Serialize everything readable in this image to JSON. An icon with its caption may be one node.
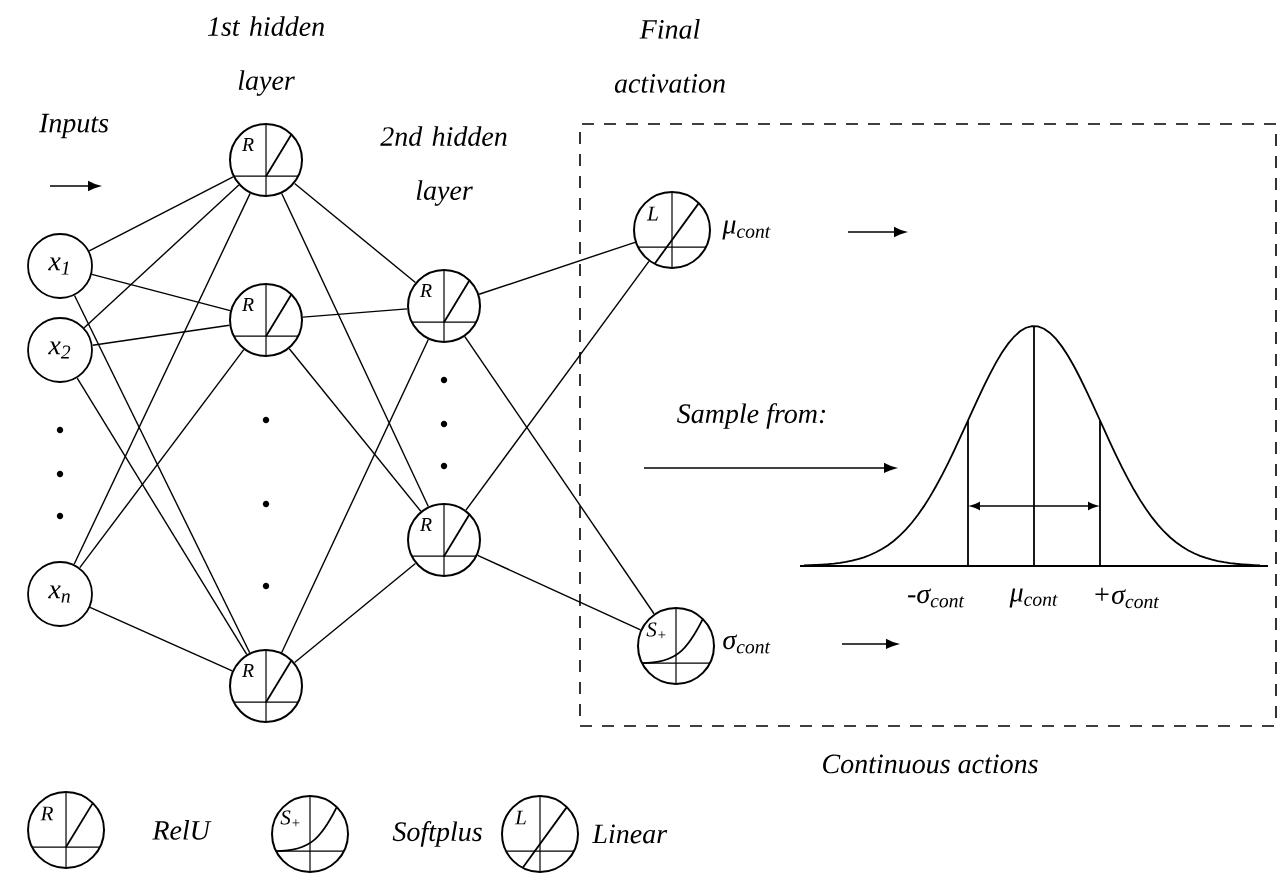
{
  "diagram": {
    "nodes": [
      {
        "text": [
          "x$_{1}$"
        ]
      },
      {
        "text": [
          "x$_{2}$"
        ]
      },
      {
        "text": [
          "x$_{n}$"
        ]
      },
      {
        "text": [
          "R"
        ]
      },
      {
        "text": [
          "R"
        ]
      },
      {
        "text": [
          "R"
        ]
      },
      {
        "text": [
          "R"
        ]
      },
      {
        "text": [
          "R"
        ]
      },
      {
        "text": [
          "Continuous actions"
        ]
      },
      {
        "text": [
          "L"
        ],
        "in": 8,
        "beside": [
          "μ$_{cont}$"
        ]
      },
      {
        "text": [
          "S$_{+}$"
        ],
        "in": 8,
        "beside": [
          "σ$_{cont}$"
        ]
      }
    ],
    "edges": [
      {
        "from": 0,
        "to": 3,
        "arrow": "none"
      },
      {
        "from": 0,
        "to": 4,
        "arrow": "none"
      },
      {
        "from": 0,
        "to": 5,
        "arrow": "none"
      },
      {
        "from": 1,
        "to": 3,
        "arrow": "none"
      },
      {
        "from": 1,
        "to": 4,
        "arrow": "none"
      },
      {
        "from": 1,
        "to": 5,
        "arrow": "none"
      },
      {
        "from": 2,
        "to": 3,
        "arrow": "none"
      },
      {
        "from": 2,
        "to": 4,
        "arrow": "none"
      },
      {
        "from": 2,
        "to": 5,
        "arrow": "none"
      },
      {
        "from": 3,
        "to": 6,
        "arrow": "none"
      },
      {
        "from": 3,
        "to": 7,
        "arrow": "none"
      },
      {
        "from": 4,
        "to": 6,
        "arrow": "none"
      },
      {
        "from": 4,
        "to": 7,
        "arrow": "none"
      },
      {
        "from": 5,
        "to": 6,
        "arrow": "none"
      },
      {
        "from": 5,
        "to": 7,
        "arrow": "none"
      },
      {
        "from": 6,
        "to": 9,
        "arrow": "none"
      },
      {
        "from": 6,
        "to": 10,
        "arrow": "none"
      },
      {
        "from": 7,
        "to": 9,
        "arrow": "none"
      },
      {
        "from": 7,
        "to": 10,
        "arrow": "none"
      }
    ],
    "labels": [
      "Inputs",
      "1st hidden layer",
      "2nd hidden layer",
      "Final activation",
      "Sample from:",
      "-σ$_{cont}$",
      "μ$_{cont}$",
      "+σ$_{cont}$",
      "R",
      "S$_{+}$",
      "L"
    ],
    "legend": [
      {
        "text": "RelU"
      },
      {
        "text": "Softplus"
      },
      {
        "text": "Linear"
      }
    ]
  }
}
